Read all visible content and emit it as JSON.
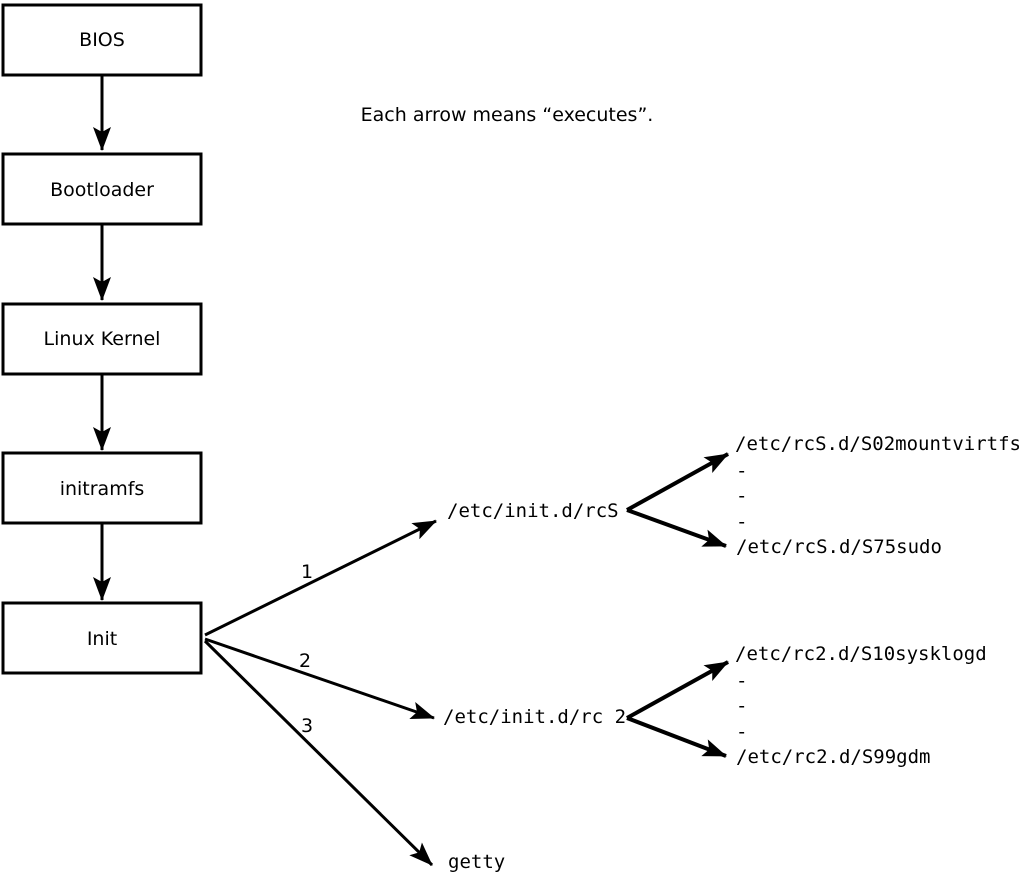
{
  "colors": {
    "ink": "#000000",
    "background": "#ffffff"
  },
  "note": "Each arrow means “executes”.",
  "flow_boxes": [
    {
      "label": "BIOS"
    },
    {
      "label": "Bootloader"
    },
    {
      "label": "Linux Kernel"
    },
    {
      "label": "initramfs"
    },
    {
      "label": "Init"
    }
  ],
  "init_branches": [
    {
      "number": "1",
      "target": "/etc/init.d/rcS"
    },
    {
      "number": "2",
      "target": "/etc/init.d/rc 2"
    },
    {
      "number": "3",
      "target": "getty"
    }
  ],
  "script_lists": [
    {
      "first": "/etc/rcS.d/S02mountvirtfs",
      "dashes": [
        "-",
        "-",
        "-"
      ],
      "last": "/etc/rcS.d/S75sudo"
    },
    {
      "first": "/etc/rc2.d/S10sysklogd",
      "dashes": [
        "-",
        "-",
        "-"
      ],
      "last": "/etc/rc2.d/S99gdm"
    }
  ]
}
